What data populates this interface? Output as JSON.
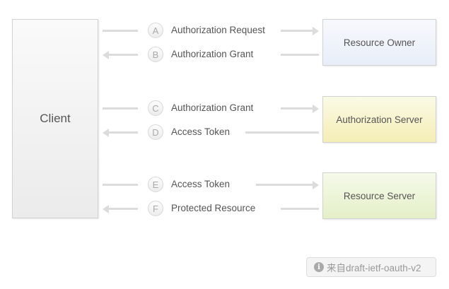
{
  "client_label": "Client",
  "nodes": {
    "resource_owner": "Resource Owner",
    "authorization_server": "Authorization Server",
    "resource_server": "Resource Server"
  },
  "flows": [
    {
      "step": "A",
      "label": "Authorization Request",
      "direction": "right"
    },
    {
      "step": "B",
      "label": "Authorization Grant",
      "direction": "left"
    },
    {
      "step": "C",
      "label": "Authorization Grant",
      "direction": "right"
    },
    {
      "step": "D",
      "label": "Access Token",
      "direction": "left"
    },
    {
      "step": "E",
      "label": "Access Token",
      "direction": "right"
    },
    {
      "step": "F",
      "label": "Protected Resource",
      "direction": "left"
    }
  ],
  "watermark": {
    "icon": "info-icon",
    "icon_glyph": "i",
    "text": "来自draft-ietf-oauth-v2"
  },
  "colors": {
    "resource_owner_fill": "#e8eef8",
    "authorization_server_fill": "#f4eeb6",
    "resource_server_fill": "#e4f0c8",
    "arrow": "#dcdcdc"
  }
}
